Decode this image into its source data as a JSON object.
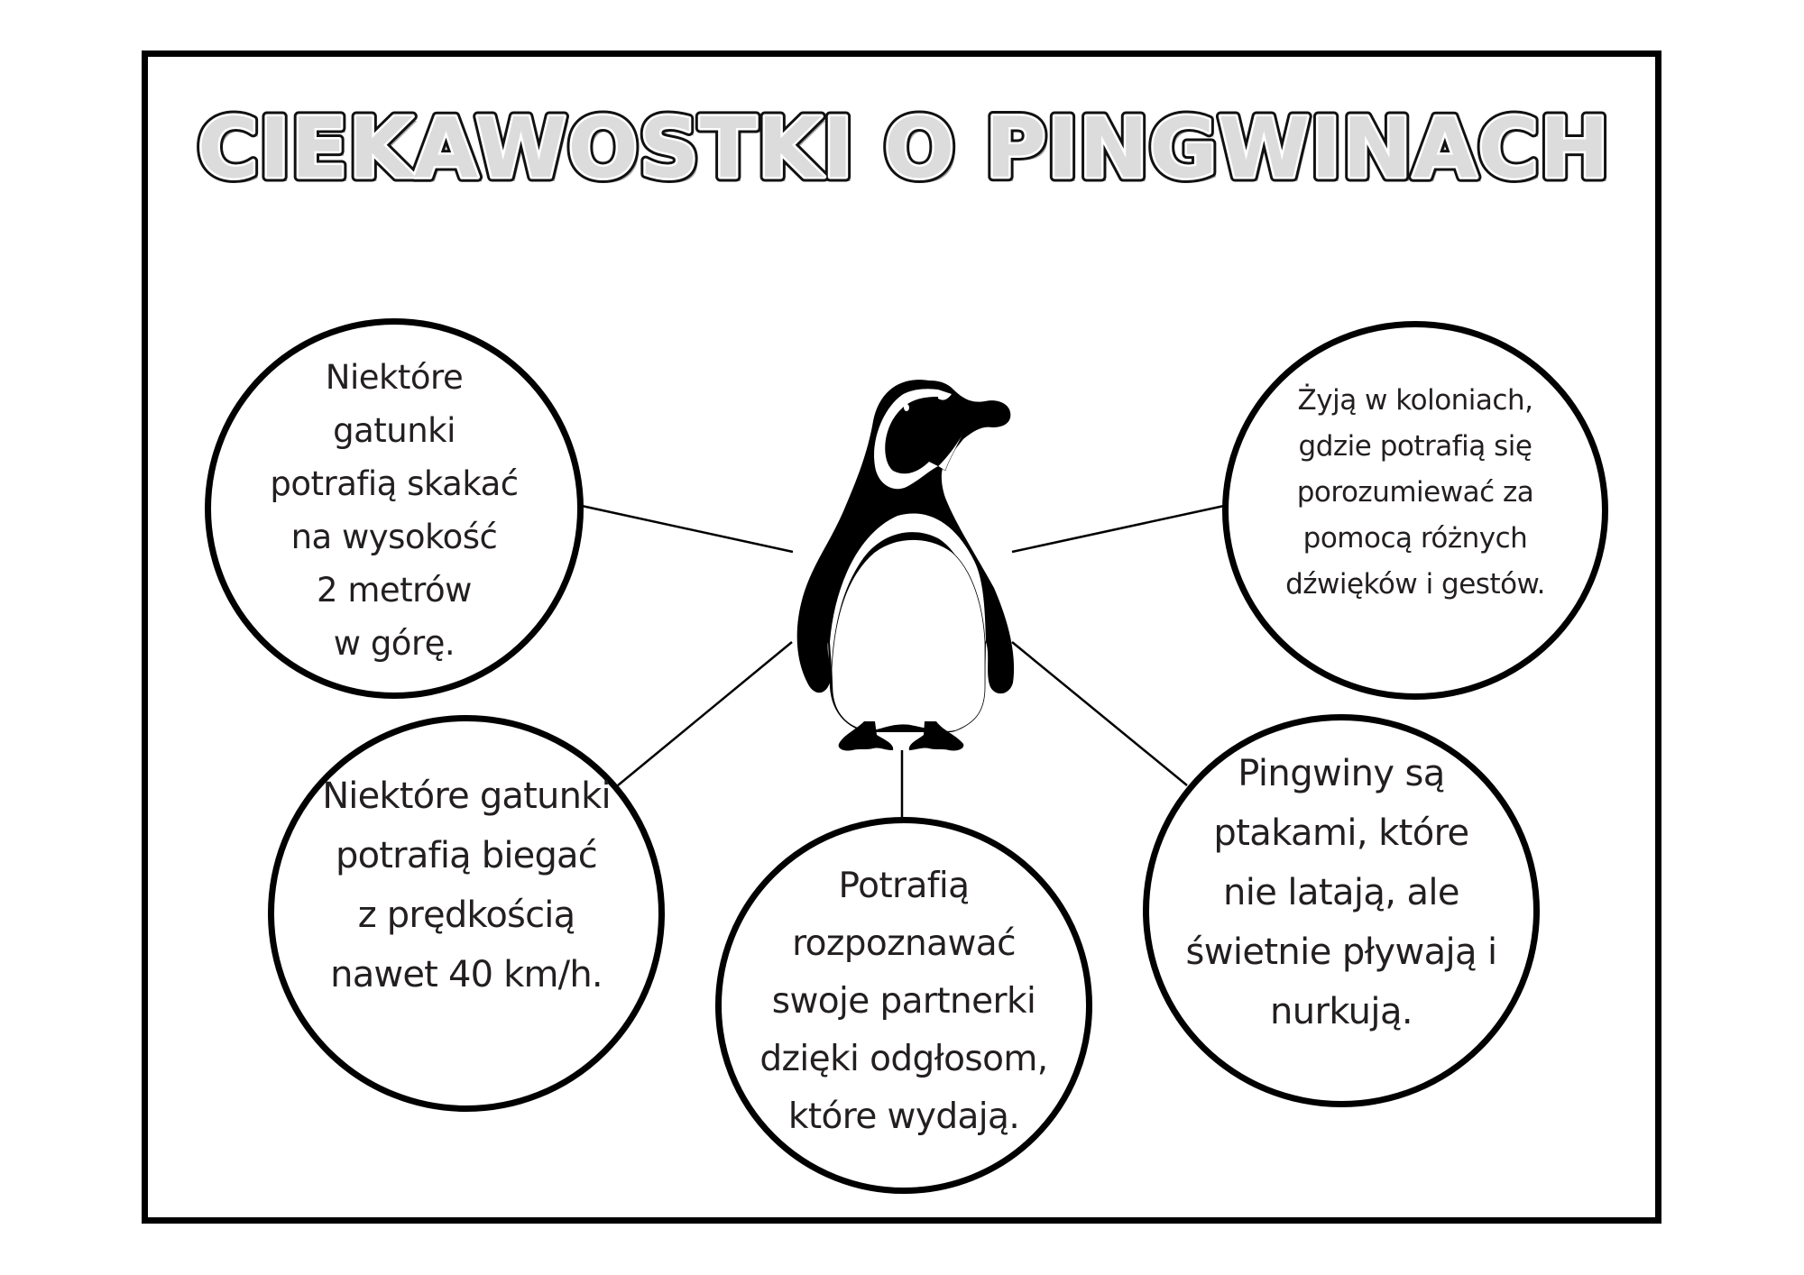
{
  "poster": {
    "title": "CIEKAWOSTKI O PINGWINACH",
    "colors": {
      "frame": "#000000",
      "title_fill": "#dcdcdc",
      "title_outline": "#1a1a1a",
      "title_shadow": "#a0a0a0",
      "text": "#231f20",
      "background": "#ffffff"
    },
    "center_image": "penguin-illustration",
    "facts": [
      {
        "position": "top-left",
        "text": "Niektóre\ngatunki\npotrafią skakać\nna wysokość\n2 metrów\nw górę."
      },
      {
        "position": "top-right",
        "text": "Żyją w koloniach,\ngdzie potrafią się\nporozumiewać za\npomocą różnych\ndźwięków i gestów."
      },
      {
        "position": "bottom-left",
        "text": "Niektóre gatunki\npotrafią biegać\nz prędkością\nnawet 40 km/h."
      },
      {
        "position": "bottom-center",
        "text": "Potrafią\nrozpoznawać\nswoje partnerki\ndzięki  odgłosom,\nktóre wydają."
      },
      {
        "position": "bottom-right",
        "text": "Pingwiny są\nptakami, które\nnie latają, ale\nświetnie pływają i\nnurkują."
      }
    ]
  }
}
